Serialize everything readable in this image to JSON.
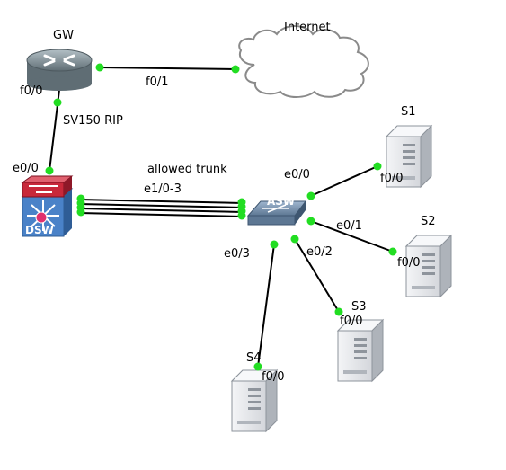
{
  "colors": {
    "link": "#000000",
    "port_dot": "#22dd22",
    "router_body": "#8a9aa2",
    "switch_red": "#c8283a",
    "l3switch_blue": "#4a82c8",
    "server_body": "#e4e6ea",
    "cloud_stroke": "#8a8a8a"
  },
  "nodes": {
    "gw": {
      "label": "GW",
      "icon": "router-icon"
    },
    "internet": {
      "label": "Internet",
      "icon": "cloud-icon"
    },
    "dsw": {
      "label": "DSW",
      "icon": "l3-switch-icon"
    },
    "asw": {
      "label": "ASW",
      "icon": "switch-icon"
    },
    "s1": {
      "label": "S1",
      "icon": "server-icon"
    },
    "s2": {
      "label": "S2",
      "icon": "server-icon"
    },
    "s3": {
      "label": "S3",
      "icon": "server-icon"
    },
    "s4": {
      "label": "S4",
      "icon": "server-icon"
    }
  },
  "links": {
    "gw_internet": {
      "a_port": "f0/1"
    },
    "gw_dsw": {
      "a_port": "f0/0",
      "b_port": "e0/0",
      "label": "SV150 RIP"
    },
    "dsw_asw": {
      "label": "allowed trunk",
      "ports": "e1/0-3",
      "count": 4
    },
    "asw_s1": {
      "a_port": "e0/0",
      "b_port": "f0/0"
    },
    "asw_s2": {
      "a_port": "e0/1",
      "b_port": "f0/0"
    },
    "asw_s3": {
      "a_port": "e0/2",
      "b_port": "f0/0"
    },
    "asw_s4": {
      "a_port": "e0/3",
      "b_port": "f0/0"
    }
  }
}
